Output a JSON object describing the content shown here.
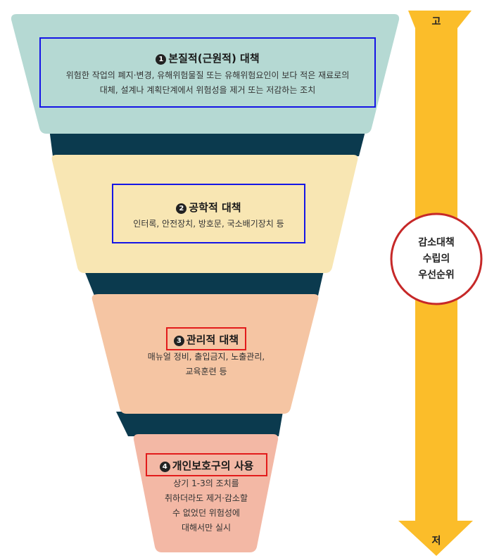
{
  "levels": [
    {
      "num": "1",
      "title": "본질적(근원적) 대책",
      "desc": [
        "위험한 작업의 폐지·변경, 유해위험물질 또는 유해위험요인이 보다 적은 재료로의",
        "대체, 설계나 계획단계에서 위험성을 제거 또는 저감하는 조치"
      ]
    },
    {
      "num": "2",
      "title": "공학적 대책",
      "desc": [
        "인터록, 안전장치, 방호문, 국소배기장치 등"
      ]
    },
    {
      "num": "3",
      "title": "관리적 대책",
      "desc": [
        "매뉴얼 정비, 출입금지, 노출관리,",
        "교육훈련 등"
      ]
    },
    {
      "num": "4",
      "title": "개인보호구의 사용",
      "desc": [
        "상기 1-3의 조치를",
        "취하더라도 제거·감소할",
        "수 없었던 위험성에",
        "대해서만 실시"
      ]
    }
  ],
  "arrow": {
    "top_label": "고",
    "bottom_label": "저"
  },
  "priority_circle": {
    "lines": [
      "감소대책",
      "수립의",
      "우선순위"
    ]
  },
  "colors": {
    "level1": "#b5d9d3",
    "level2": "#f8e6b3",
    "level3": "#f5c5a3",
    "level4": "#f3b8a5",
    "connector": "#0b3a4e",
    "arrow": "#fbbd2a",
    "circle_border": "#c62828",
    "box_blue": "#1515e6",
    "box_red": "#e21b1b"
  }
}
